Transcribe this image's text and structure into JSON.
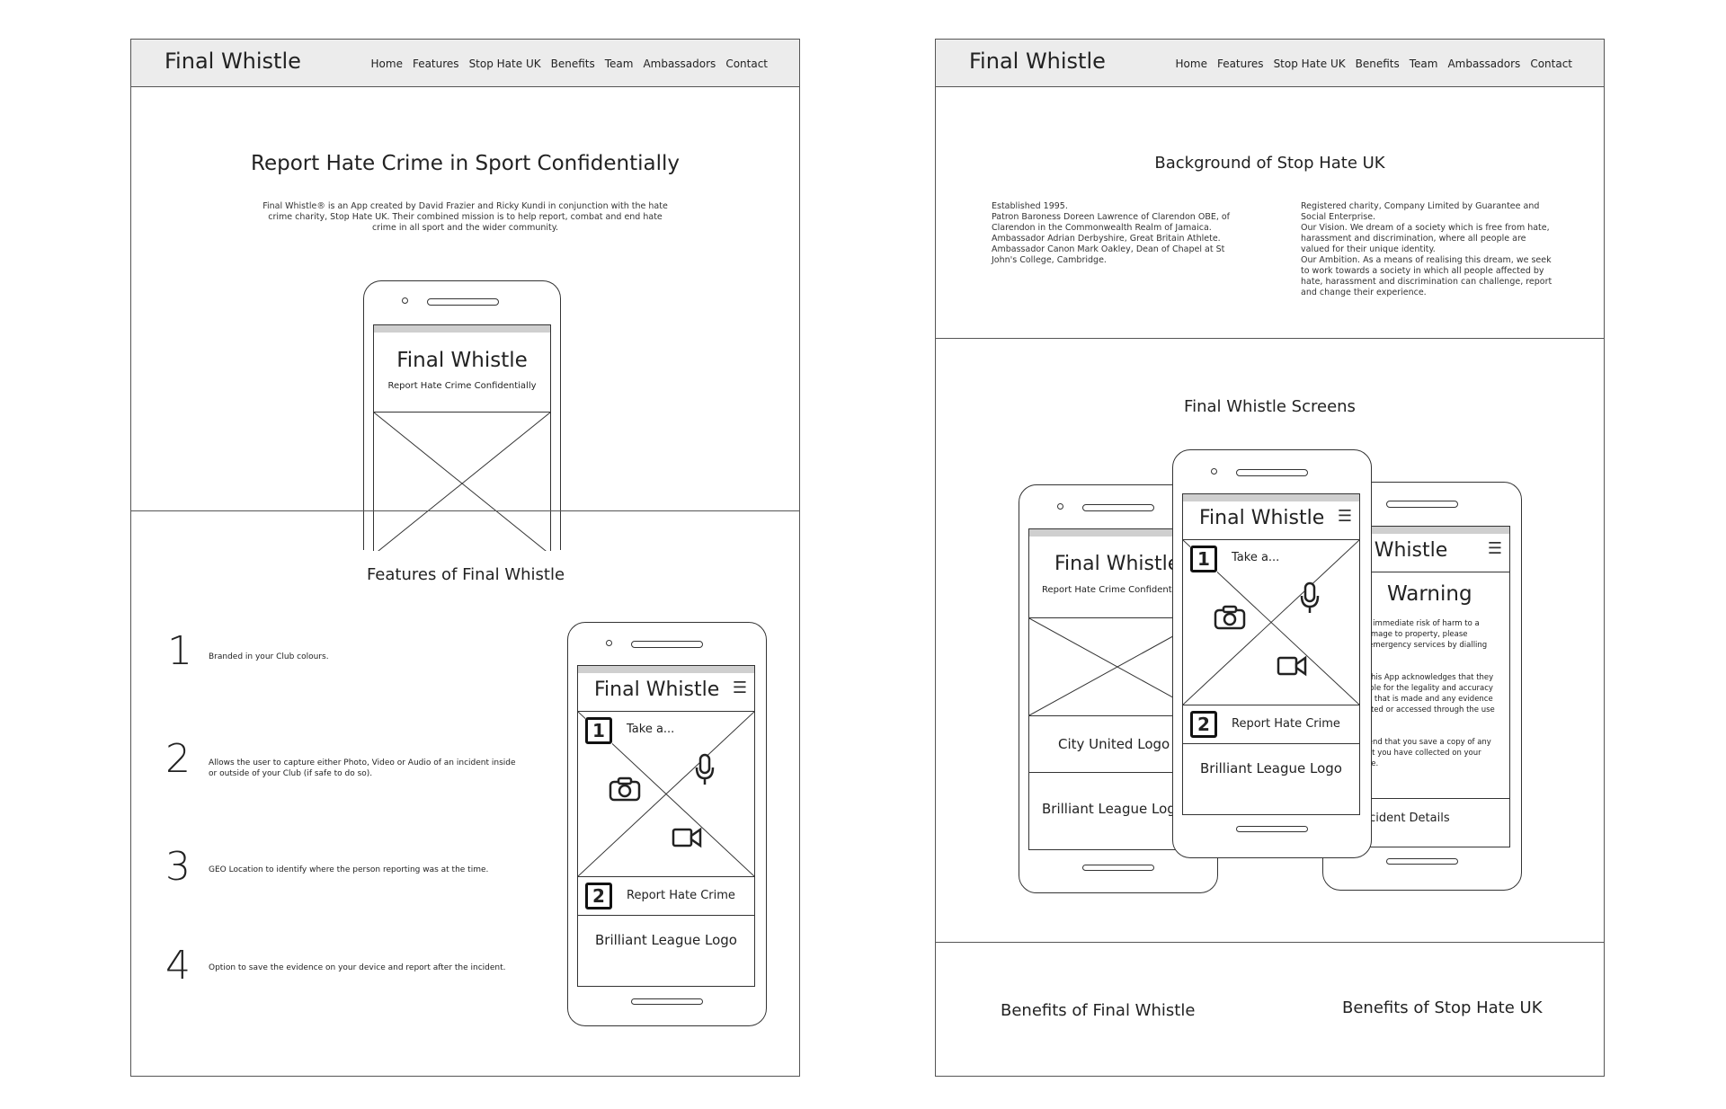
{
  "nav": {
    "brand": "Final Whistle",
    "links": [
      "Home",
      "Features",
      "Stop Hate UK",
      "Benefits",
      "Team",
      "Ambassadors",
      "Contact"
    ]
  },
  "left": {
    "hero_title": "Report Hate Crime in Sport Confidentially",
    "hero_text": "Final Whistle® is an App created by David Frazier and Ricky Kundi in conjunction with the hate crime charity, Stop Hate UK. Their combined mission is to help report, combat and end hate crime in all sport and the wider community.",
    "hero_phone": {
      "title": "Final Whistle",
      "subtitle": "Report Hate Crime Confidentially"
    },
    "features_title": "Features of Final Whistle",
    "features": [
      {
        "num": "1",
        "text": "Branded in your Club colours."
      },
      {
        "num": "2",
        "text": "Allows the user to capture either Photo, Video or Audio of an incident inside or outside of your Club (if safe to do so)."
      },
      {
        "num": "3",
        "text": "GEO Location to identify where the person reporting was at the time."
      },
      {
        "num": "4",
        "text": "Option to save the evidence on your device and report after the incident."
      }
    ],
    "feature_phone": {
      "title": "Final Whistle",
      "step1": "1",
      "step1_label": "Take a...",
      "step2": "2",
      "step2_label": "Report Hate Crime",
      "logo": "Brilliant League Logo"
    }
  },
  "right": {
    "background_title": "Background of Stop Hate UK",
    "background_left": "Established 1995.\nPatron Baroness Doreen Lawrence of Clarendon OBE, of Clarendon in the Commonwealth Realm of Jamaica.\nAmbassador Adrian Derbyshire, Great Britain Athlete.\nAmbassador Canon Mark Oakley, Dean of Chapel at St John's College, Cambridge.",
    "background_right": "Registered charity, Company Limited by Guarantee and Social Enterprise.\nOur Vision. We dream of a society which is free from hate, harassment and discrimination, where all people are valued for their unique identity.\nOur Ambition. As a means of realising this dream, we seek to work towards a society in which all people affected by hate, harassment and discrimination can challenge, report and change their experience.",
    "screens_title": "Final Whistle Screens",
    "phone_left": {
      "title": "Final Whistle",
      "subtitle": "Report Hate Crime Confidentially",
      "club_logo": "City United Logo",
      "league_logo": "Brilliant League Logo"
    },
    "phone_center": {
      "title": "Final Whistle",
      "step1": "1",
      "step1_label": "Take a...",
      "step2": "2",
      "step2_label": "Report Hate Crime",
      "logo": "Brilliant League Logo"
    },
    "phone_right": {
      "title": "Final Whistle",
      "warning_title": "Warning",
      "warning_text": "If there is an immediate risk of harm to a person or damage to property, please contact the emergency services by dialling 999.\n\nThe user of this App acknowledges that they are responsible for the legality and accuracy of any report that is made and any evidence that is collected or accessed through the use of this App.\n\nWe recommend that you save a copy of any evidence that you have collected on your mobile device.",
      "button": "Incident Details"
    },
    "benefits_fw": "Benefits of Final Whistle",
    "benefits_shuk": "Benefits of Stop Hate UK"
  }
}
